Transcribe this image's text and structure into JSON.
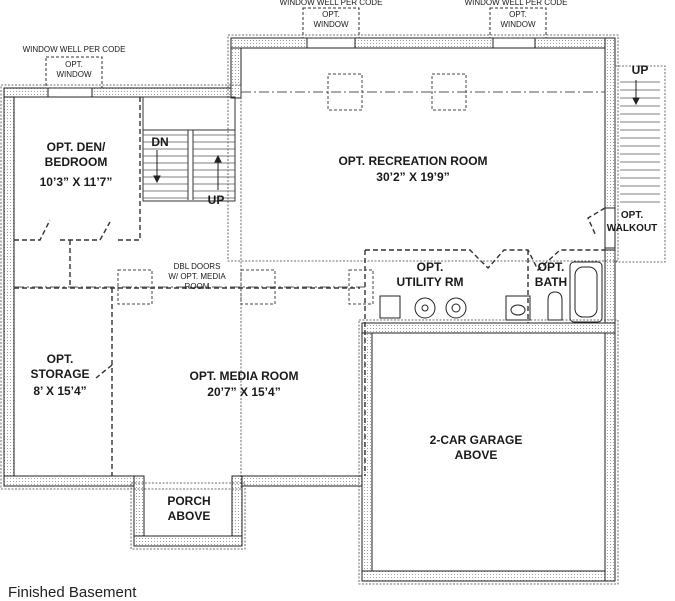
{
  "window_wells": [
    {
      "note": "WINDOW WELL PER CODE",
      "label": "OPT.\nWINDOW"
    },
    {
      "note": "WINDOW WELL PER CODE",
      "label": "OPT.\nWINDOW"
    },
    {
      "note": "WINDOW WELL PER CODE",
      "label": "OPT.\nWINDOW"
    }
  ],
  "rooms": {
    "den": {
      "name": "OPT. DEN/\nBEDROOM",
      "dims": "10’3” X 11’7”"
    },
    "recreation": {
      "name": "OPT. RECREATION ROOM",
      "dims": "30’2” X 19’9”"
    },
    "utility": {
      "name": "OPT.\nUTILITY RM"
    },
    "bath": {
      "name": "OPT.\nBATH"
    },
    "storage": {
      "name": "OPT.\nSTORAGE",
      "dims": "8’ X 15’4”"
    },
    "media": {
      "name": "OPT. MEDIA ROOM",
      "dims": "20’7” X 15’4”"
    },
    "garage": {
      "name": "2-CAR GARAGE\nABOVE"
    },
    "porch": {
      "name": "PORCH\nABOVE"
    }
  },
  "stairs": {
    "down": "DN",
    "up": "UP",
    "exterior_up": "UP"
  },
  "walkout": "OPT.\nWALKOUT",
  "dbl_doors": "DBL DOORS\nW/ OPT. MEDIA\nROOM",
  "caption": "Finished Basement"
}
